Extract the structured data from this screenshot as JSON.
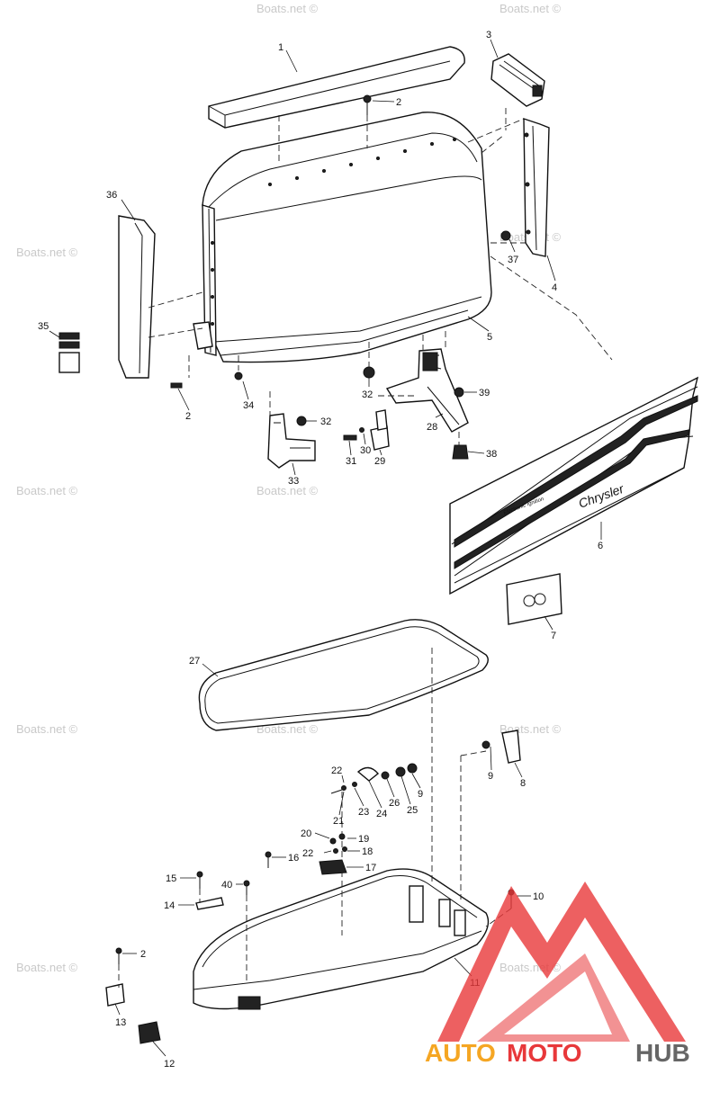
{
  "callouts": [
    {
      "id": "c1",
      "label": "1"
    },
    {
      "id": "c2a",
      "label": "2"
    },
    {
      "id": "c3",
      "label": "3"
    },
    {
      "id": "c4",
      "label": "4"
    },
    {
      "id": "c5",
      "label": "5"
    },
    {
      "id": "c6",
      "label": "6"
    },
    {
      "id": "c7",
      "label": "7"
    },
    {
      "id": "c8",
      "label": "8"
    },
    {
      "id": "c9a",
      "label": "9"
    },
    {
      "id": "c9b",
      "label": "9"
    },
    {
      "id": "c10",
      "label": "10"
    },
    {
      "id": "c11",
      "label": "11"
    },
    {
      "id": "c12",
      "label": "12"
    },
    {
      "id": "c13",
      "label": "13"
    },
    {
      "id": "c14",
      "label": "14"
    },
    {
      "id": "c15",
      "label": "15"
    },
    {
      "id": "c16",
      "label": "16"
    },
    {
      "id": "c17",
      "label": "17"
    },
    {
      "id": "c18",
      "label": "18"
    },
    {
      "id": "c19",
      "label": "19"
    },
    {
      "id": "c20",
      "label": "20"
    },
    {
      "id": "c21",
      "label": "21"
    },
    {
      "id": "c22a",
      "label": "22"
    },
    {
      "id": "c22b",
      "label": "22"
    },
    {
      "id": "c23",
      "label": "23"
    },
    {
      "id": "c24",
      "label": "24"
    },
    {
      "id": "c25",
      "label": "25"
    },
    {
      "id": "c26",
      "label": "26"
    },
    {
      "id": "c27",
      "label": "27"
    },
    {
      "id": "c28",
      "label": "28"
    },
    {
      "id": "c29",
      "label": "29"
    },
    {
      "id": "c30",
      "label": "30"
    },
    {
      "id": "c31",
      "label": "31"
    },
    {
      "id": "c32a",
      "label": "32"
    },
    {
      "id": "c32b",
      "label": "32"
    },
    {
      "id": "c33",
      "label": "33"
    },
    {
      "id": "c34",
      "label": "34"
    },
    {
      "id": "c35",
      "label": "35"
    },
    {
      "id": "c36",
      "label": "36"
    },
    {
      "id": "c37",
      "label": "37"
    },
    {
      "id": "c38",
      "label": "38"
    },
    {
      "id": "c39",
      "label": "39"
    },
    {
      "id": "c40",
      "label": "40"
    },
    {
      "id": "c2b",
      "label": "2"
    },
    {
      "id": "c2c",
      "label": "2"
    }
  ],
  "decal": {
    "brand": "Chrysler",
    "tagline": "Electronic Ignition"
  },
  "watermark": {
    "text": "Boats.net ©"
  },
  "logo": {
    "part1": "AUTO",
    "part2": "MOTO",
    "part3": "HUB"
  },
  "colors": {
    "ink": "#111111",
    "watermark": "#c9c9c9",
    "logo_red": "#e8383a",
    "logo_orange": "#f5a623",
    "logo_gray": "#666666"
  }
}
